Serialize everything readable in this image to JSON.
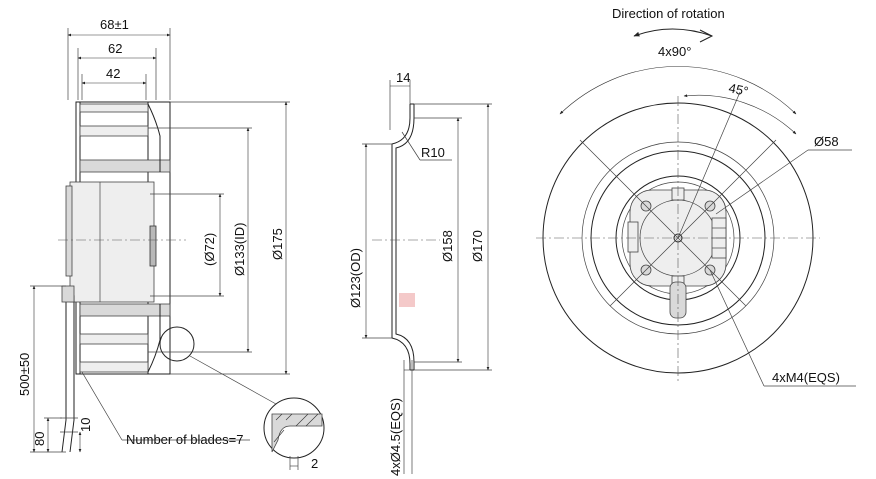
{
  "labels": {
    "dim_68": "68±1",
    "dim_62": "62",
    "dim_42": "42",
    "dim_72": "(Ø72)",
    "dim_133": "Ø133(ID)",
    "dim_175": "Ø175",
    "dim_500": "500±50",
    "dim_80": "80",
    "dim_10": "10",
    "blades": "Number of blades=7",
    "dim_2": "2",
    "dim_14": "14",
    "r10": "R10",
    "dim_123": "Ø123(OD)",
    "dim_158": "Ø158",
    "dim_170": "Ø170",
    "holes_4x45": "4xØ4.5(EQS)",
    "rotation": "Direction of rotation",
    "angle_4x90": "4x90°",
    "angle_45": "45°",
    "dim_58": "Ø58",
    "m4": "4xM4(EQS)"
  },
  "colors": {
    "line": "#222222",
    "fill_gray": "#d9d9d9",
    "marker": "#f4c9c9"
  }
}
